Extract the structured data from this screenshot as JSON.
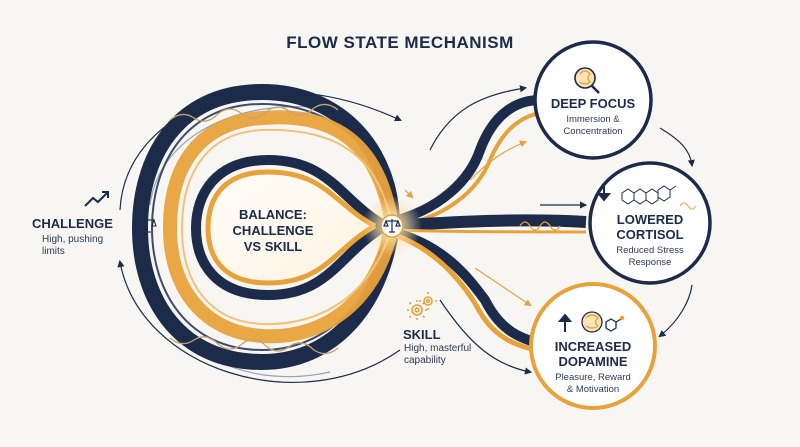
{
  "title": "FLOW STATE MECHANISM",
  "center": {
    "line1": "BALANCE:",
    "line2": "CHALLENGE",
    "line3": "VS SKILL"
  },
  "challenge": {
    "heading": "CHALLENGE",
    "sub_line1": "High, pushing",
    "sub_line2": "limits"
  },
  "skill": {
    "heading": "SKILL",
    "sub_line1": "High, masterful",
    "sub_line2": "capability"
  },
  "nodes": [
    {
      "heading_line1": "DEEP FOCUS",
      "sub_line1": "Immersion &",
      "sub_line2": "Concentration",
      "icon": "brain-magnifier-icon"
    },
    {
      "heading_line1": "LOWERED",
      "heading_line2": "CORTISOL",
      "sub_line1": "Reduced Stress",
      "sub_line2": "Response",
      "icon": "cortisol-molecule-icon"
    },
    {
      "heading_line1": "INCREASED",
      "heading_line2": "DOPAMINE",
      "sub_line1": "Pleasure, Reward",
      "sub_line2": "& Motivation",
      "icon": "brain-molecule-icon"
    }
  ],
  "colors": {
    "navy": "#1c2b4a",
    "orange": "#e8a23c",
    "background": "#f7f6f3"
  }
}
